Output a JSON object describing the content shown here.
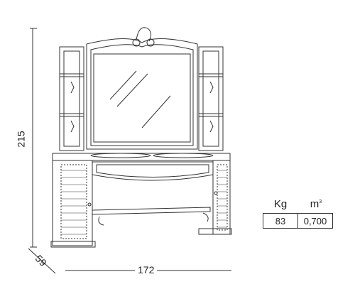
{
  "dimensions": {
    "height": "215",
    "depth": "59",
    "width": "172"
  },
  "spec_table": {
    "headers": {
      "weight": "Kg",
      "volume_unit": "m",
      "volume_exp": "3"
    },
    "values": {
      "weight": "83",
      "volume": "0,700"
    }
  }
}
